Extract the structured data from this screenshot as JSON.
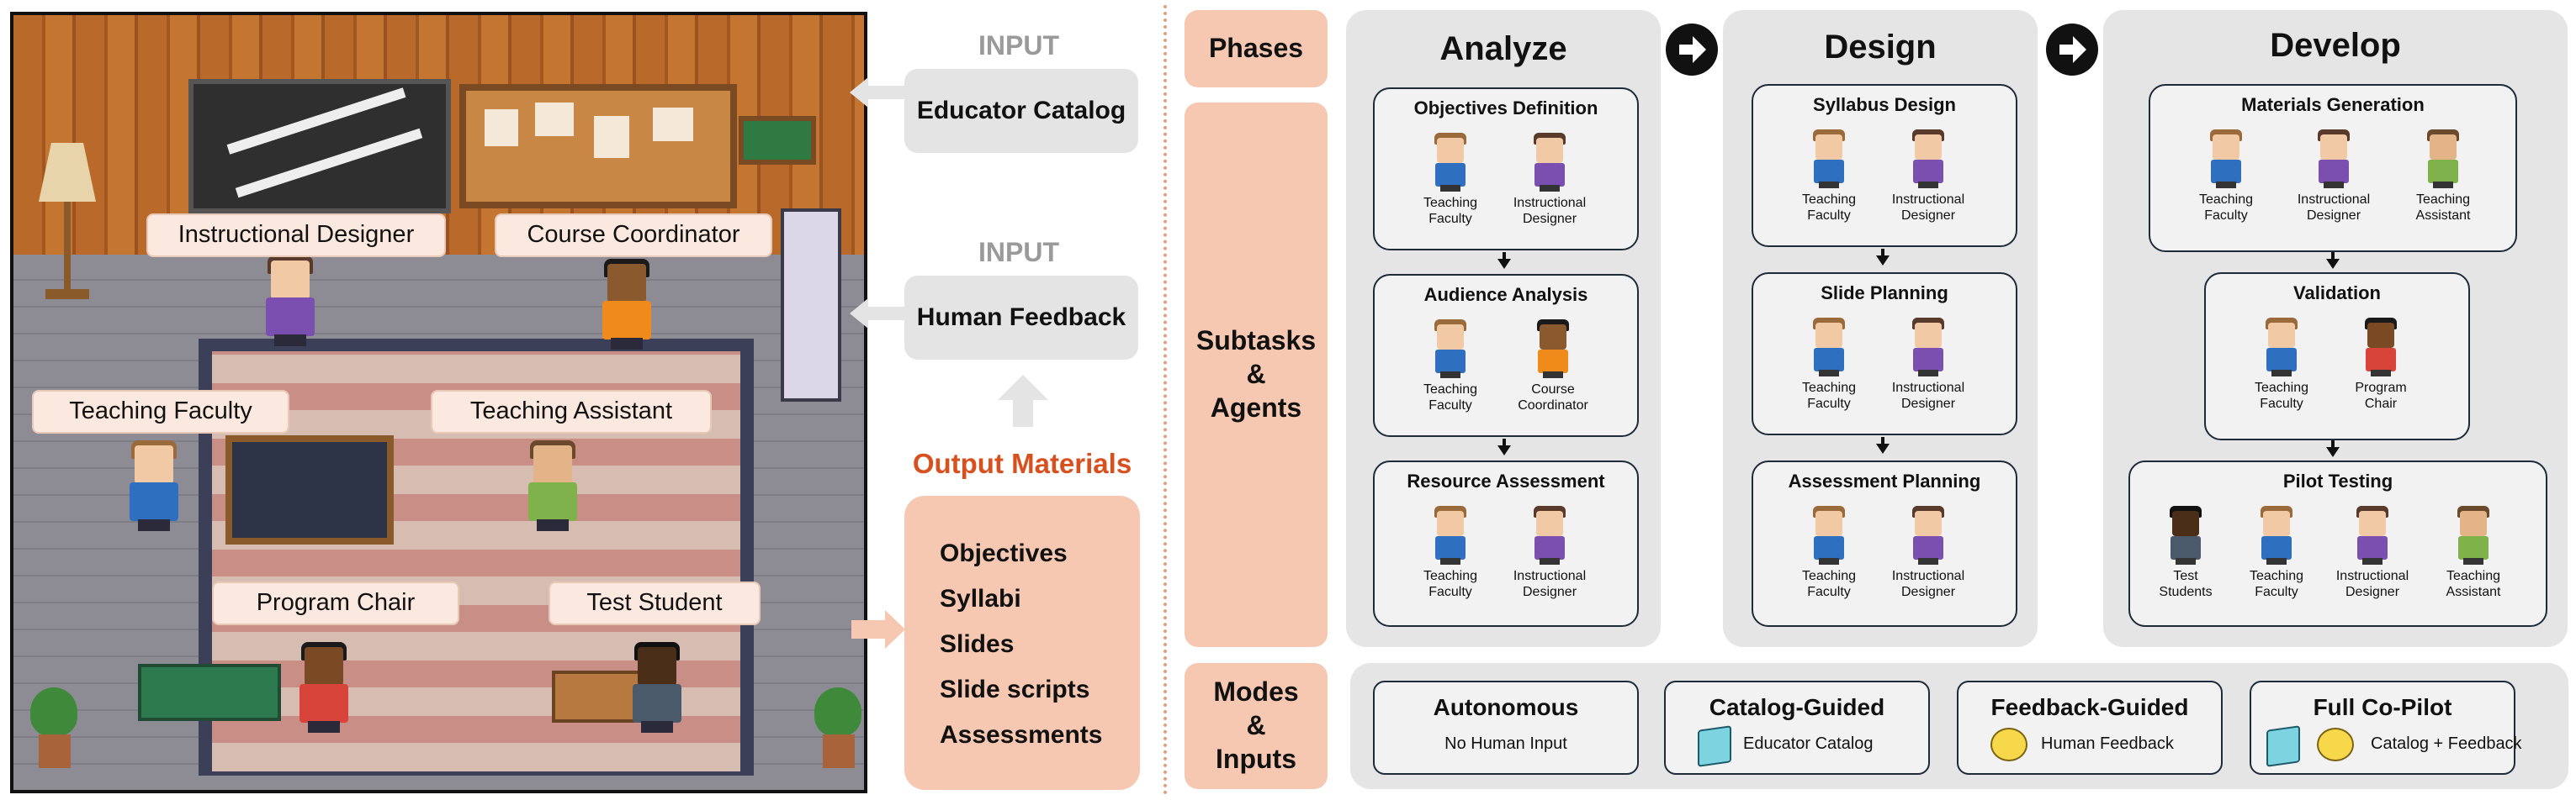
{
  "scene": {
    "roles": [
      "Instructional Designer",
      "Course Coordinator",
      "Teaching Faculty",
      "Teaching Assistant",
      "Program Chair",
      "Test Student"
    ]
  },
  "inputs": [
    {
      "tag": "INPUT",
      "label": "Educator Catalog"
    },
    {
      "tag": "INPUT",
      "label": "Human Feedback"
    }
  ],
  "output": {
    "title": "Output Materials",
    "items": [
      "Objectives",
      "Syllabi",
      "Slides",
      "Slide scripts",
      "Assessments"
    ]
  },
  "side_labels": {
    "phases": "Phases",
    "subtasks_l1": "Subtasks",
    "subtasks_l2": "&",
    "subtasks_l3": "Agents",
    "modes_l1": "Modes",
    "modes_l2": "&",
    "modes_l3": "Inputs"
  },
  "phases": [
    {
      "title": "Analyze",
      "tasks": [
        {
          "title": "Objectives Definition",
          "agents": [
            [
              "Teaching",
              "Faculty"
            ],
            [
              "Instructional",
              "Designer"
            ]
          ]
        },
        {
          "title": "Audience Analysis",
          "agents": [
            [
              "Teaching",
              "Faculty"
            ],
            [
              "Course",
              "Coordinator"
            ]
          ]
        },
        {
          "title": "Resource Assessment",
          "agents": [
            [
              "Teaching",
              "Faculty"
            ],
            [
              "Instructional",
              "Designer"
            ]
          ]
        }
      ]
    },
    {
      "title": "Design",
      "tasks": [
        {
          "title": "Syllabus Design",
          "agents": [
            [
              "Teaching",
              "Faculty"
            ],
            [
              "Instructional",
              "Designer"
            ]
          ]
        },
        {
          "title": "Slide Planning",
          "agents": [
            [
              "Teaching",
              "Faculty"
            ],
            [
              "Instructional",
              "Designer"
            ]
          ]
        },
        {
          "title": "Assessment Planning",
          "agents": [
            [
              "Teaching",
              "Faculty"
            ],
            [
              "Instructional",
              "Designer"
            ]
          ]
        }
      ]
    },
    {
      "title": "Develop",
      "tasks": [
        {
          "title": "Materials Generation",
          "agents": [
            [
              "Teaching",
              "Faculty"
            ],
            [
              "Instructional",
              "Designer"
            ],
            [
              "Teaching",
              "Assistant"
            ]
          ]
        },
        {
          "title": "Validation",
          "agents": [
            [
              "Teaching",
              "Faculty"
            ],
            [
              "Program",
              "Chair"
            ]
          ]
        },
        {
          "title": "Pilot Testing",
          "agents": [
            [
              "Test",
              "Students"
            ],
            [
              "Teaching",
              "Faculty"
            ],
            [
              "Instructional",
              "Designer"
            ],
            [
              "Teaching",
              "Assistant"
            ]
          ]
        }
      ]
    }
  ],
  "modes": [
    {
      "title": "Autonomous",
      "sub": "No Human Input",
      "icons": []
    },
    {
      "title": "Catalog-Guided",
      "sub": "Educator Catalog",
      "icons": [
        "book-icon"
      ]
    },
    {
      "title": "Feedback-Guided",
      "sub": "Human Feedback",
      "icons": [
        "speech-face-icon"
      ]
    },
    {
      "title": "Full Co-Pilot",
      "sub": "Catalog + Feedback",
      "icons": [
        "book-icon",
        "speech-face-icon"
      ]
    }
  ],
  "colors": {
    "peach": "#f6c8b2",
    "orange_title": "#d8501e",
    "panel_gray": "#e5e5e5",
    "label_peach": "#fbe8de"
  }
}
